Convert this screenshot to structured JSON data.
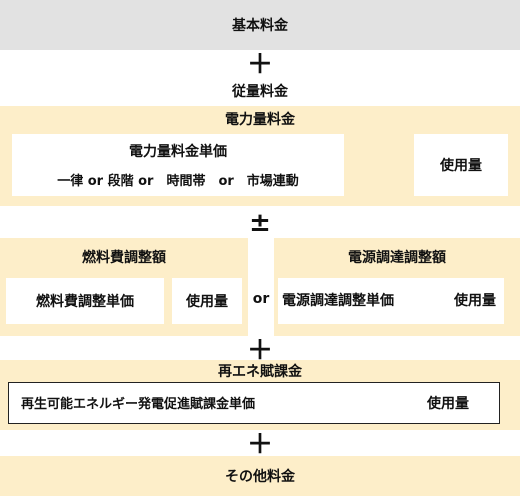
{
  "base": {
    "label": "基本料金"
  },
  "ops": {
    "plus1": "＋",
    "plusminus": "±",
    "plus2": "＋",
    "plus3": "＋",
    "or_mid": "or"
  },
  "commodity": {
    "label": "従量料金"
  },
  "energy": {
    "label": "電力量料金",
    "unit_title": "電力量料金単価",
    "unit_options": "一律 or 段階 or　時間帯　or　市場連動",
    "usage": "使用量"
  },
  "fuel": {
    "label": "燃料費調整額",
    "unit": "燃料費調整単価",
    "usage": "使用量"
  },
  "procurement": {
    "label": "電源調達調整額",
    "unit": "電源調達調整単価",
    "usage": "使用量"
  },
  "renewable": {
    "label": "再エネ賦課金",
    "unit": "再生可能エネルギー発電促進賦課金単価",
    "usage": "使用量"
  },
  "other": {
    "label": "その他料金"
  }
}
